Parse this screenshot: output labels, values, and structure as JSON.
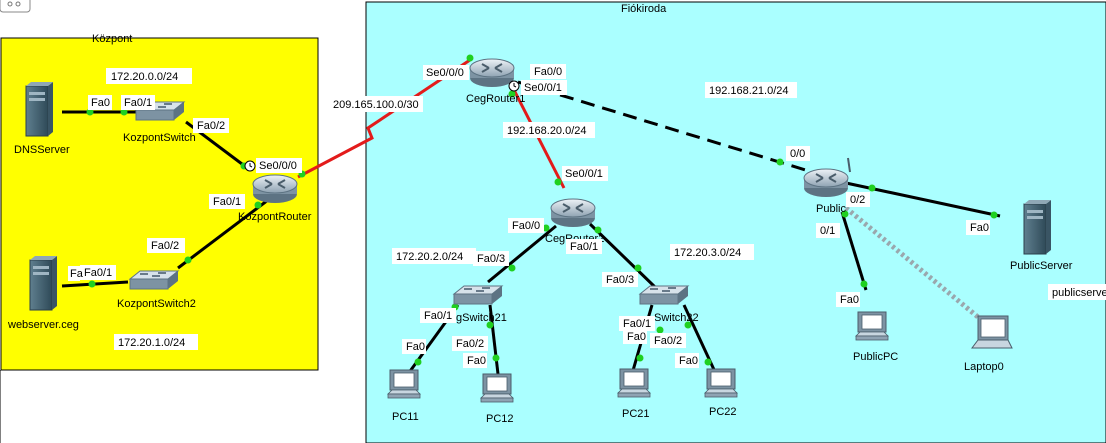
{
  "areas": {
    "kozpont": {
      "title": "Központ",
      "color": "#ffff00"
    },
    "fiokiroda": {
      "title": "Fiókiroda",
      "color": "#aaffff"
    }
  },
  "networks": {
    "n1": "172.20.0.0/24",
    "n2": "172.20.1.0/24",
    "n3": "209.165.100.0/30",
    "n4": "192.168.20.0/24",
    "n5": "192.168.21.0/24",
    "n6": "172.20.2.0/24",
    "n7": "172.20.3.0/24"
  },
  "devices": {
    "dnsserver": "DNSServer",
    "kozpontswitch": "KozpontSwitch",
    "kozpontrouter": "KozpontRouter",
    "webserver": "webserver.ceg",
    "kozpontswitch2": "KozpontSwitch2",
    "cegrouter1": "CegRouter1",
    "cegrouter2": "CegRouter2",
    "publicrouter": "Public",
    "publicserver": "PublicServer",
    "publicserver_note": "publicserve",
    "cegswitch21": "CegSwitch21",
    "switch22": "Switch22",
    "pc11": "PC11",
    "pc12": "PC12",
    "pc21": "PC21",
    "pc22": "PC22",
    "publicpc": "PublicPC",
    "laptop0": "Laptop0"
  },
  "ports": {
    "dns_fa0": "Fa0",
    "ksw_fa01": "Fa0/1",
    "ksw_fa02": "Fa0/2",
    "kr_se000": "Se0/0/0",
    "kr_fa01": "Fa0/1",
    "ksw2_fa02": "Fa0/2",
    "ksw2_fa01": "Fa0/1",
    "web_fa0": "Fa",
    "cr1_se000": "Se0/0/0",
    "cr1_fa00": "Fa0/0",
    "cr1_se001": "Se0/0/1",
    "cr2_se001": "Se0/0/1",
    "cr2_fa00": "Fa0/0",
    "cr2_fa01": "Fa0/1",
    "pub_00": "0/0",
    "pub_02": "0/2",
    "pub_01": "0/1",
    "psrv_fa0": "Fa0",
    "sw21_fa03": "Fa0/3",
    "sw21_fa01": "Fa0/1",
    "sw21_fa02": "Fa0/2",
    "sw22_fa03": "Fa0/3",
    "sw22_fa01": "Fa0/1",
    "sw22_fa02": "Fa0/2",
    "pc11_fa0": "Fa0",
    "pc12_fa0": "Fa0",
    "pc21_fa0": "Fa0",
    "pc22_fa0": "Fa0",
    "ppc_fa0": "Fa0"
  }
}
